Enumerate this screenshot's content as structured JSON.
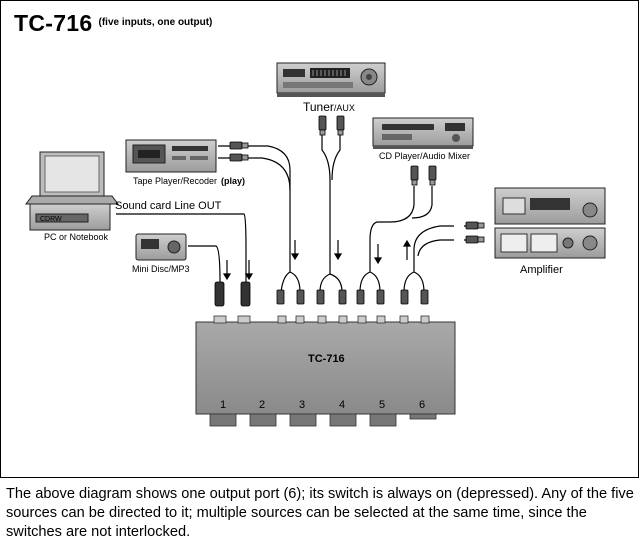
{
  "title": "TC-716",
  "subtitle": "(five inputs, one output)",
  "device_labels": {
    "tuner_main": "Tuner",
    "tuner_suffix": "/AUX",
    "cd_player": "CD Player/Audio Mixer",
    "tape_main": "Tape Player/Recoder",
    "tape_play": "(play)",
    "sound_card": "Sound card Line OUT",
    "pc": "PC or Notebook",
    "cdrw": "CDRW",
    "mini_disc": "Mini Disc/MP3",
    "amplifier": "Amplifier"
  },
  "switchbox": {
    "name": "TC-716",
    "ports": [
      "1",
      "2",
      "3",
      "4",
      "5",
      "6"
    ]
  },
  "caption": "The above diagram shows one output port (6); its switch is always on (depressed). Any of the five sources can be directed to it; multiple sources can be selected at the same time, since the switches are not interlocked."
}
